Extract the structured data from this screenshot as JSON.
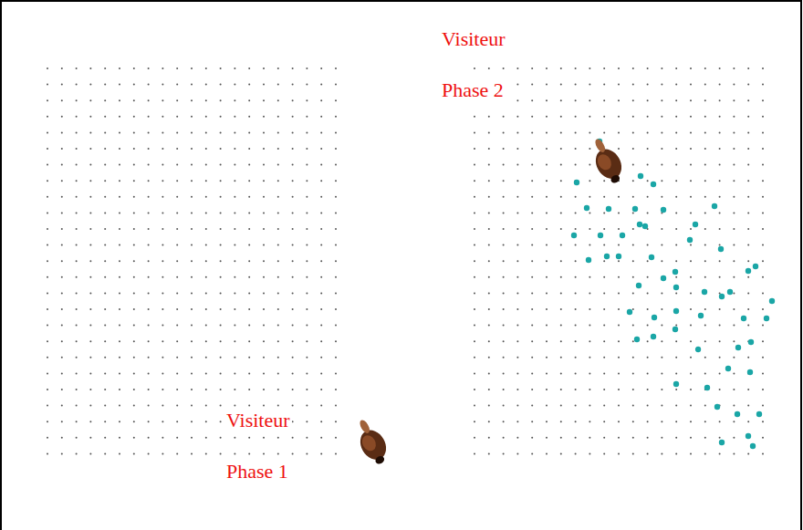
{
  "diagram": {
    "labels": [
      "Visiteur",
      "Phase 2",
      "Visiteur",
      "Phase 1"
    ]
  }
}
